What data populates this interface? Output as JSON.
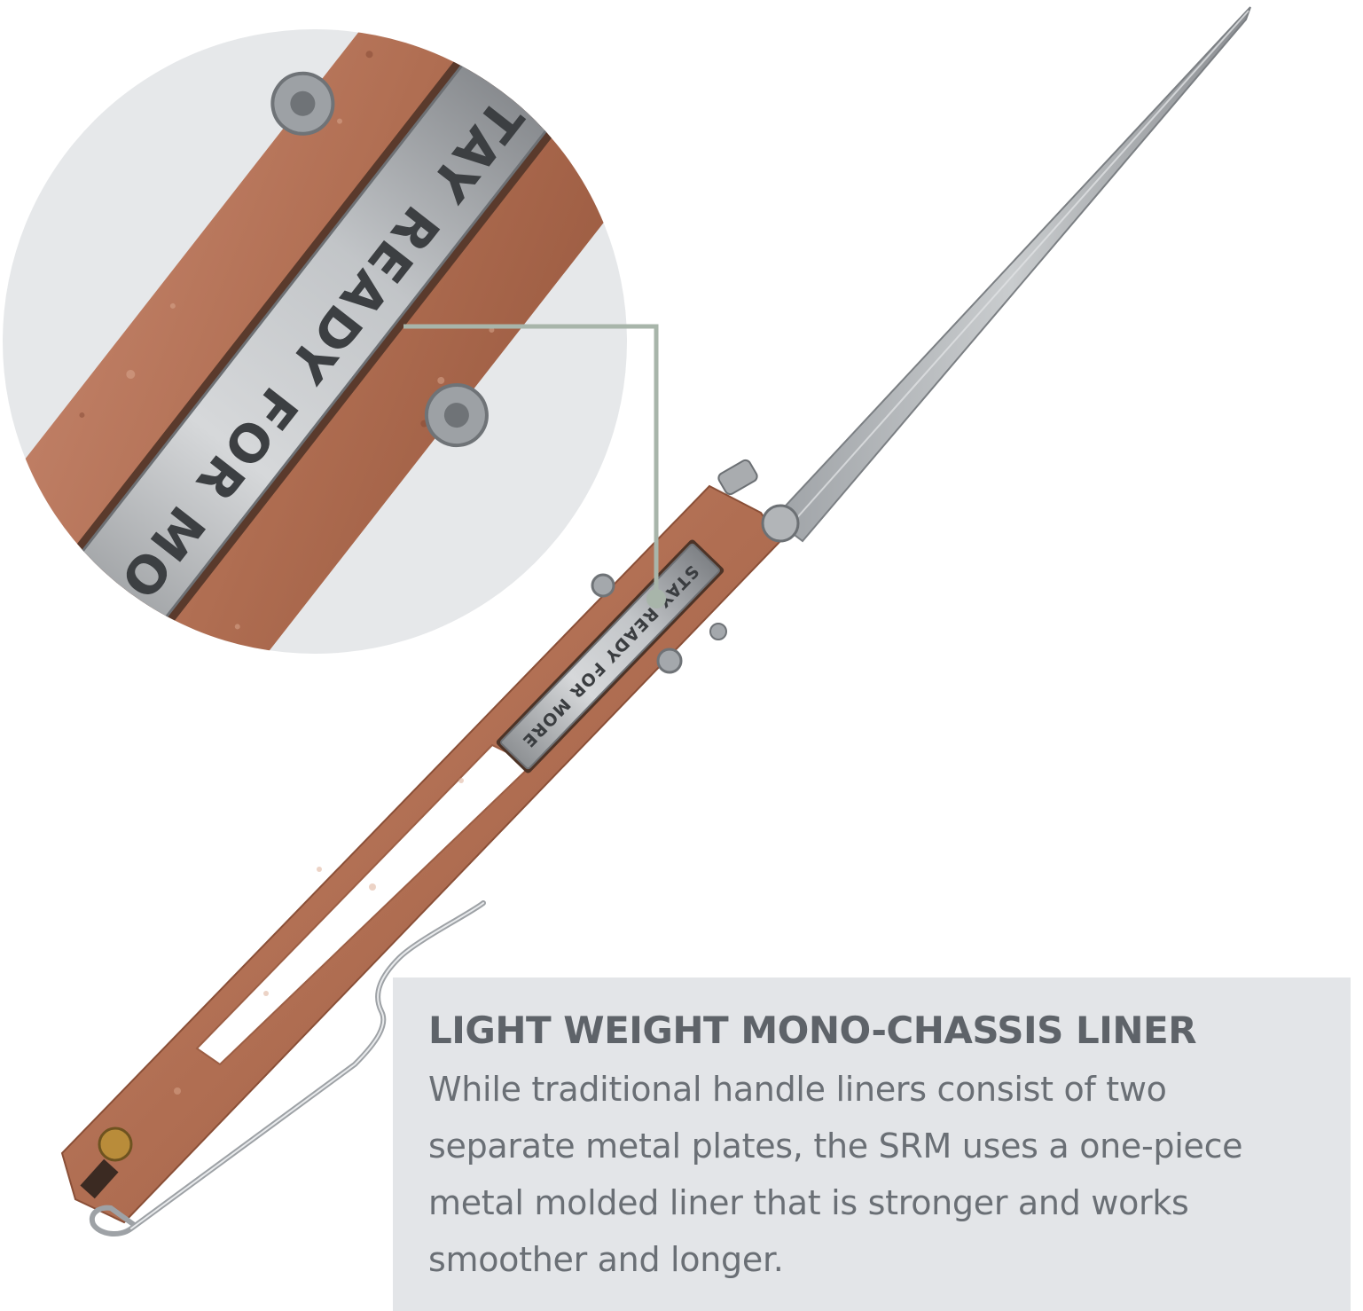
{
  "product_image": {
    "engraving_text": "STAY READY FOR MORE",
    "engraving_text_zoomed": "STAY READY FOR MORE",
    "colors": {
      "handle": "#b8765a",
      "handle_dark": "#8f5239",
      "steel": "#b9bcbf",
      "zoom_circle": "#e6e8ea",
      "callout_line": "#a8b5aa"
    }
  },
  "caption": {
    "title": "LIGHT WEIGHT MONO-CHASSIS LINER",
    "body_lines": [
      "While traditional handle liners consist of two",
      "separate metal plates, the SRM uses a one-piece",
      "metal molded liner that is stronger and works",
      "smoother and longer."
    ]
  }
}
